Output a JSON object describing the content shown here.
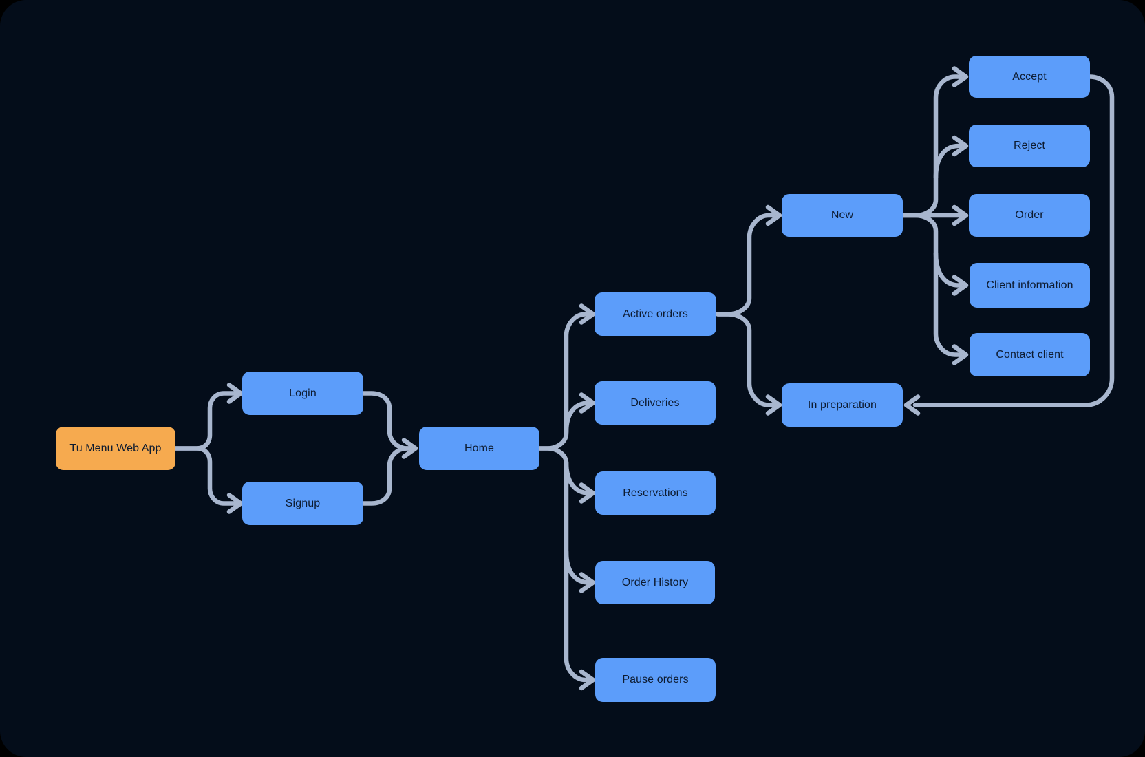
{
  "diagram": {
    "title": "Tu Menu Web App flowchart",
    "colors": {
      "background": "#040D1A",
      "outer_background": "#000000",
      "node_fill": "#5C9DFA",
      "root_node_fill": "#F6AA4F",
      "connector": "#A8B6CE",
      "node_text": "#0D1B30"
    }
  },
  "nodes": {
    "root": {
      "label": "Tu Menu Web App"
    },
    "login": {
      "label": "Login"
    },
    "signup": {
      "label": "Signup"
    },
    "home": {
      "label": "Home"
    },
    "active_orders": {
      "label": "Active orders"
    },
    "deliveries": {
      "label": "Deliveries"
    },
    "reservations": {
      "label": "Reservations"
    },
    "order_history": {
      "label": "Order History"
    },
    "pause_orders": {
      "label": "Pause orders"
    },
    "new": {
      "label": "New"
    },
    "in_preparation": {
      "label": "In preparation"
    },
    "accept": {
      "label": "Accept"
    },
    "reject": {
      "label": "Reject"
    },
    "order": {
      "label": "Order"
    },
    "client_information": {
      "label": "Client information"
    },
    "contact_client": {
      "label": "Contact client"
    }
  },
  "edges": [
    {
      "from": "root",
      "to": "login"
    },
    {
      "from": "root",
      "to": "signup"
    },
    {
      "from": "login",
      "to": "home"
    },
    {
      "from": "signup",
      "to": "home"
    },
    {
      "from": "home",
      "to": "active_orders"
    },
    {
      "from": "home",
      "to": "deliveries"
    },
    {
      "from": "home",
      "to": "reservations"
    },
    {
      "from": "home",
      "to": "order_history"
    },
    {
      "from": "home",
      "to": "pause_orders"
    },
    {
      "from": "active_orders",
      "to": "new"
    },
    {
      "from": "active_orders",
      "to": "in_preparation"
    },
    {
      "from": "new",
      "to": "accept"
    },
    {
      "from": "new",
      "to": "reject"
    },
    {
      "from": "new",
      "to": "order"
    },
    {
      "from": "new",
      "to": "client_information"
    },
    {
      "from": "new",
      "to": "contact_client"
    },
    {
      "from": "accept",
      "to": "in_preparation"
    }
  ]
}
